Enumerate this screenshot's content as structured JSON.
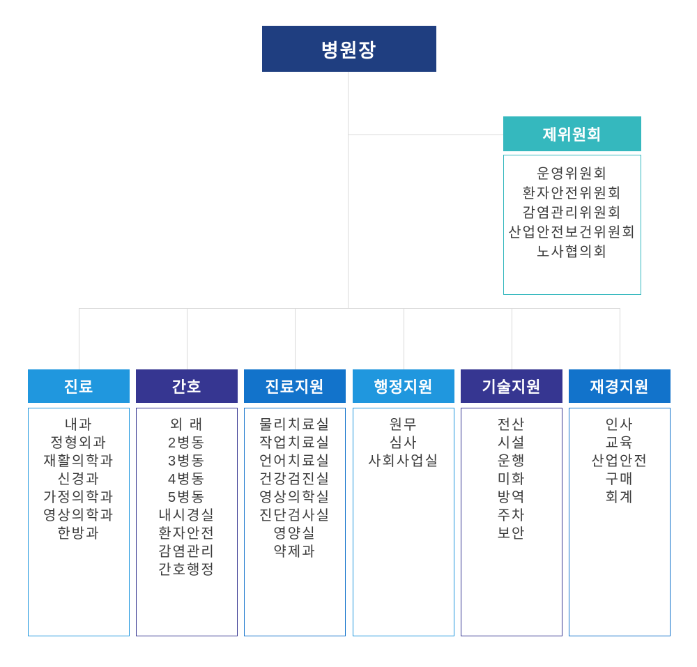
{
  "root": {
    "title": "병원장"
  },
  "colors": {
    "navy": "#1f3e80",
    "teal": "#35b8be",
    "light_blue": "#2097de",
    "indigo": "#363691",
    "blue": "#1273cb",
    "connector": "#d9d9d9",
    "body_text": "#3a3a3a"
  },
  "committee": {
    "title": "제위원회",
    "color": "#35b8be",
    "items": [
      "운영위원회",
      "환자안전위원회",
      "감염관리위원회",
      "산업안전보건위원회",
      "노사협의회"
    ]
  },
  "columns": [
    {
      "title": "진료",
      "color": "#2097de",
      "items": [
        "내과",
        "정형외과",
        "재활의학과",
        "신경과",
        "가정의학과",
        "영상의학과",
        "한방과"
      ]
    },
    {
      "title": "간호",
      "color": "#363691",
      "items": [
        "외 래",
        "2병동",
        "3병동",
        "4병동",
        "5병동",
        "내시경실",
        "환자안전",
        "감염관리",
        "간호행정"
      ]
    },
    {
      "title": "진료지원",
      "color": "#1273cb",
      "items": [
        "물리치료실",
        "작업치료실",
        "언어치료실",
        "건강검진실",
        "영상의학실",
        "진단검사실",
        "영양실",
        "약제과"
      ]
    },
    {
      "title": "행정지원",
      "color": "#2097de",
      "items": [
        "원무",
        "심사",
        "사회사업실"
      ]
    },
    {
      "title": "기술지원",
      "color": "#363691",
      "items": [
        "전산",
        "시설",
        "운행",
        "미화",
        "방역",
        "주차",
        "보안"
      ]
    },
    {
      "title": "재경지원",
      "color": "#1273cb",
      "items": [
        "인사",
        "교육",
        "산업안전",
        "구매",
        "회계"
      ]
    }
  ]
}
